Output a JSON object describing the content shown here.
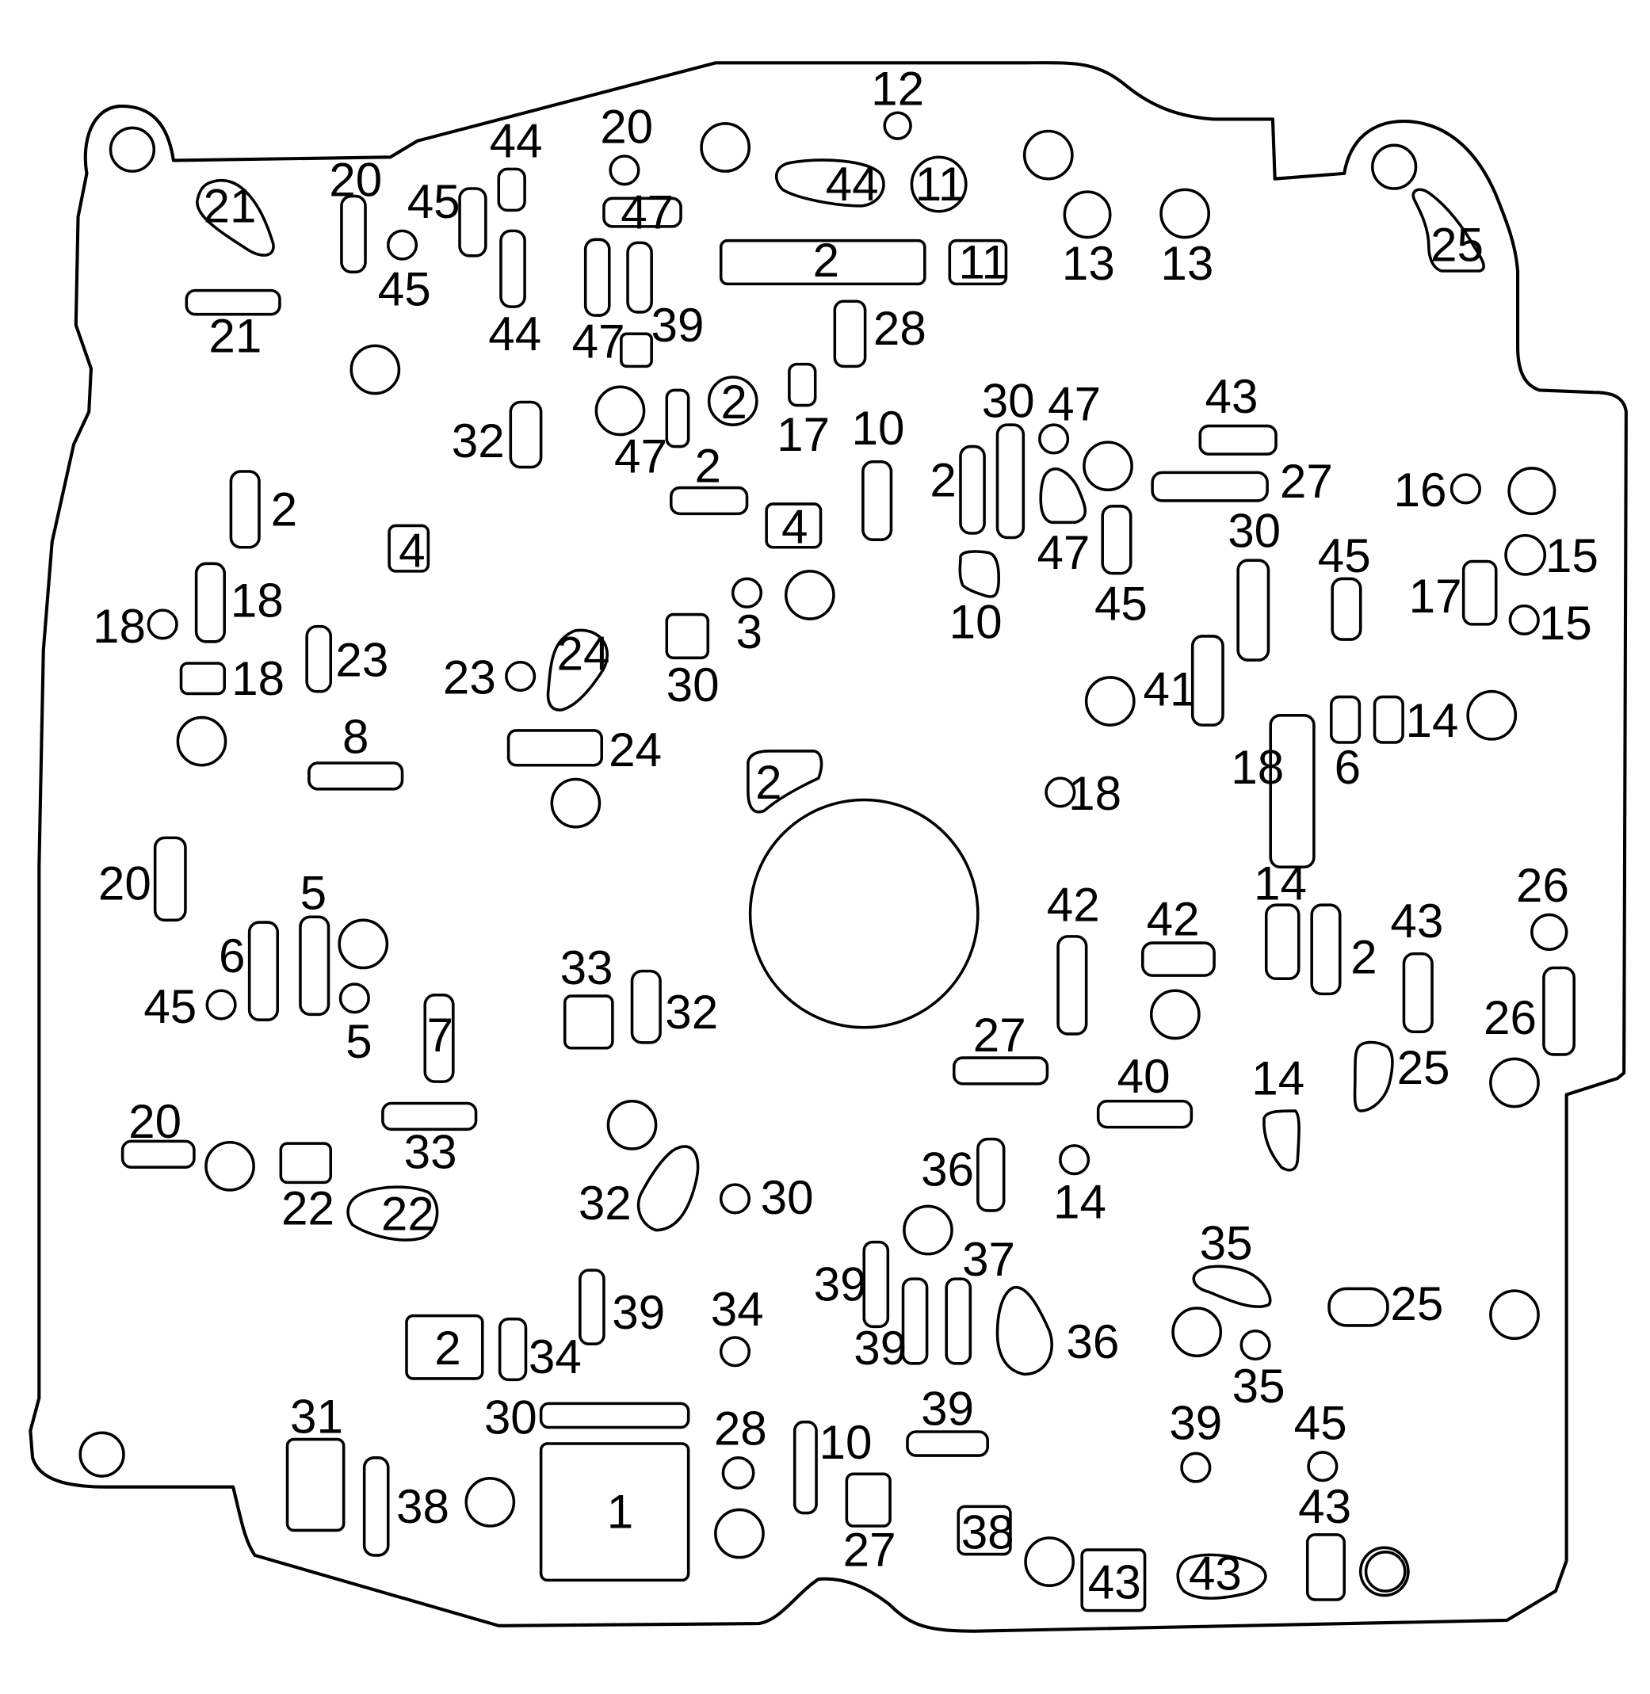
{
  "features": [
    {
      "id": "h1",
      "t": "circle",
      "l": ""
    },
    {
      "id": "h2",
      "t": "circle",
      "l": ""
    },
    {
      "id": "h3",
      "t": "circle",
      "l": ""
    },
    {
      "id": "h4",
      "t": "circle",
      "l": ""
    },
    {
      "id": "sp",
      "t": "circle",
      "l": ""
    },
    {
      "id": "f21a",
      "t": "tear",
      "l": "21"
    },
    {
      "id": "f21b",
      "t": "slot",
      "l": "21"
    },
    {
      "id": "f20a",
      "t": "slot",
      "l": "20"
    },
    {
      "id": "f45a",
      "t": "slot",
      "l": "45"
    },
    {
      "id": "f45b",
      "t": "circle",
      "l": "45"
    },
    {
      "id": "f44a",
      "t": "slot",
      "l": "44"
    },
    {
      "id": "f44b",
      "t": "slot",
      "l": "44"
    },
    {
      "id": "f20b",
      "t": "circle",
      "l": "20"
    },
    {
      "id": "f47a",
      "t": "slot",
      "l": "47"
    },
    {
      "id": "f47b",
      "t": "slot",
      "l": "47"
    },
    {
      "id": "f39a",
      "t": "slot",
      "l": "39"
    },
    {
      "id": "f39b",
      "t": "rect",
      "l": ""
    },
    {
      "id": "f12",
      "t": "circle",
      "l": "12"
    },
    {
      "id": "c1",
      "t": "circle",
      "l": ""
    },
    {
      "id": "f44c",
      "t": "tear",
      "l": "44"
    },
    {
      "id": "f11a",
      "t": "circle",
      "l": "11"
    },
    {
      "id": "f2a",
      "t": "slot",
      "l": "2"
    },
    {
      "id": "f11b",
      "t": "rect",
      "l": "11"
    },
    {
      "id": "c2",
      "t": "circle",
      "l": ""
    },
    {
      "id": "f13a",
      "t": "circle",
      "l": "13"
    },
    {
      "id": "f13b",
      "t": "circle",
      "l": "13"
    },
    {
      "id": "f25a",
      "t": "tear",
      "l": "25"
    },
    {
      "id": "c3",
      "t": "circle",
      "l": ""
    },
    {
      "id": "f28a",
      "t": "slot",
      "l": "28"
    },
    {
      "id": "c4",
      "t": "circle",
      "l": ""
    },
    {
      "id": "f47c",
      "t": "slot",
      "l": "47"
    },
    {
      "id": "f2b",
      "t": "circle",
      "l": "2"
    },
    {
      "id": "f17a",
      "t": "slot",
      "l": "17"
    },
    {
      "id": "f32a",
      "t": "slot",
      "l": "32"
    },
    {
      "id": "f2c",
      "t": "slot",
      "l": "2"
    },
    {
      "id": "f4a",
      "t": "rect",
      "l": "4"
    },
    {
      "id": "f2d",
      "t": "slot",
      "l": "2"
    },
    {
      "id": "f4b",
      "t": "rect",
      "l": "4"
    },
    {
      "id": "f10a",
      "t": "slot",
      "l": "10"
    },
    {
      "id": "f2e",
      "t": "slot",
      "l": "2"
    },
    {
      "id": "f30a",
      "t": "slot",
      "l": "30"
    },
    {
      "id": "f47d",
      "t": "circle",
      "l": "47"
    },
    {
      "id": "f47e",
      "t": "tear",
      "l": "47"
    },
    {
      "id": "c5",
      "t": "circle",
      "l": ""
    },
    {
      "id": "f10b",
      "t": "tear",
      "l": "10"
    },
    {
      "id": "f45c",
      "t": "slot",
      "l": "45"
    },
    {
      "id": "f43a",
      "t": "slot",
      "l": "43"
    },
    {
      "id": "f27a",
      "t": "slot",
      "l": "27"
    },
    {
      "id": "f16",
      "t": "circle",
      "l": "16"
    },
    {
      "id": "c6",
      "t": "circle",
      "l": ""
    },
    {
      "id": "f30b",
      "t": "slot",
      "l": "30"
    },
    {
      "id": "f45d",
      "t": "slot",
      "l": "45"
    },
    {
      "id": "f15a",
      "t": "circle",
      "l": "15"
    },
    {
      "id": "f17b",
      "t": "slot",
      "l": "17"
    },
    {
      "id": "f15b",
      "t": "circle",
      "l": "15"
    },
    {
      "id": "f18a",
      "t": "circle",
      "l": "18"
    },
    {
      "id": "f18b",
      "t": "slot",
      "l": "18"
    },
    {
      "id": "f18c",
      "t": "rect",
      "l": "18"
    },
    {
      "id": "f23a",
      "t": "slot",
      "l": "23"
    },
    {
      "id": "c7",
      "t": "circle",
      "l": ""
    },
    {
      "id": "f3",
      "t": "circle",
      "l": "3"
    },
    {
      "id": "c8",
      "t": "circle",
      "l": ""
    },
    {
      "id": "f30c",
      "t": "rect",
      "l": "30"
    },
    {
      "id": "f23b",
      "t": "circle",
      "l": "23"
    },
    {
      "id": "f24a",
      "t": "tear",
      "l": "24"
    },
    {
      "id": "f41",
      "t": "slot",
      "l": "41"
    },
    {
      "id": "c9",
      "t": "circle",
      "l": ""
    },
    {
      "id": "f6a",
      "t": "slot",
      "l": "6"
    },
    {
      "id": "f8",
      "t": "slot",
      "l": "8"
    },
    {
      "id": "f24b",
      "t": "slot",
      "l": "24"
    },
    {
      "id": "c10",
      "t": "circle",
      "l": ""
    },
    {
      "id": "f2f",
      "t": "tear",
      "l": "2"
    },
    {
      "id": "f18d",
      "t": "circle",
      "l": "18"
    },
    {
      "id": "f18e",
      "t": "slot",
      "l": "18"
    },
    {
      "id": "f6b",
      "t": "slot",
      "l": "6"
    },
    {
      "id": "f14a",
      "t": "slot",
      "l": "14"
    },
    {
      "id": "c11",
      "t": "circle",
      "l": ""
    },
    {
      "id": "f20c",
      "t": "slot",
      "l": "20"
    },
    {
      "id": "f5a",
      "t": "slot",
      "l": "5"
    },
    {
      "id": "f6c",
      "t": "slot",
      "l": "6"
    },
    {
      "id": "c12",
      "t": "circle",
      "l": ""
    },
    {
      "id": "f45e",
      "t": "circle",
      "l": "45"
    },
    {
      "id": "f5b",
      "t": "circle",
      "l": "5"
    },
    {
      "id": "f7",
      "t": "slot",
      "l": "7"
    },
    {
      "id": "f33a",
      "t": "rect",
      "l": "33"
    },
    {
      "id": "f32b",
      "t": "slot",
      "l": "32"
    },
    {
      "id": "f42a",
      "t": "slot",
      "l": "42"
    },
    {
      "id": "f42b",
      "t": "slot",
      "l": "42"
    },
    {
      "id": "c13",
      "t": "circle",
      "l": ""
    },
    {
      "id": "f14b",
      "t": "slot",
      "l": "14"
    },
    {
      "id": "f2g",
      "t": "slot",
      "l": "2"
    },
    {
      "id": "f43b",
      "t": "slot",
      "l": "43"
    },
    {
      "id": "f26a",
      "t": "circle",
      "l": "26"
    },
    {
      "id": "f26b",
      "t": "slot",
      "l": "26"
    },
    {
      "id": "f27b",
      "t": "slot",
      "l": "27"
    },
    {
      "id": "f40",
      "t": "slot",
      "l": "40"
    },
    {
      "id": "f25b",
      "t": "tear",
      "l": "25"
    },
    {
      "id": "c14",
      "t": "circle",
      "l": ""
    },
    {
      "id": "f14c",
      "t": "tear",
      "l": "14"
    },
    {
      "id": "f14d",
      "t": "circle",
      "l": "14"
    },
    {
      "id": "f36a",
      "t": "slot",
      "l": "36"
    },
    {
      "id": "f20d",
      "t": "slot",
      "l": "20"
    },
    {
      "id": "c15",
      "t": "circle",
      "l": ""
    },
    {
      "id": "f22a",
      "t": "rect",
      "l": "22"
    },
    {
      "id": "f22b",
      "t": "tear",
      "l": "22"
    },
    {
      "id": "f33b",
      "t": "slot",
      "l": "33"
    },
    {
      "id": "c16",
      "t": "circle",
      "l": ""
    },
    {
      "id": "f32c",
      "t": "tear",
      "l": "32"
    },
    {
      "id": "f30d",
      "t": "circle",
      "l": "30"
    },
    {
      "id": "c17",
      "t": "circle",
      "l": ""
    },
    {
      "id": "f35a",
      "t": "tear",
      "l": "35"
    },
    {
      "id": "c18",
      "t": "circle",
      "l": ""
    },
    {
      "id": "f35b",
      "t": "circle",
      "l": "35"
    },
    {
      "id": "f25c",
      "t": "slot",
      "l": "25"
    },
    {
      "id": "c19",
      "t": "circle",
      "l": ""
    },
    {
      "id": "f39c",
      "t": "slot",
      "l": "39"
    },
    {
      "id": "f39d",
      "t": "slot",
      "l": "39"
    },
    {
      "id": "f37",
      "t": "slot",
      "l": "37"
    },
    {
      "id": "f36b",
      "t": "tear",
      "l": "36"
    },
    {
      "id": "f2h",
      "t": "rect",
      "l": "2"
    },
    {
      "id": "f34a",
      "t": "slot",
      "l": "34"
    },
    {
      "id": "f39e",
      "t": "slot",
      "l": "39"
    },
    {
      "id": "f34b",
      "t": "circle",
      "l": "34"
    },
    {
      "id": "f31",
      "t": "rect",
      "l": "31"
    },
    {
      "id": "f38a",
      "t": "slot",
      "l": "38"
    },
    {
      "id": "c20",
      "t": "circle",
      "l": ""
    },
    {
      "id": "f30e",
      "t": "slot",
      "l": "30"
    },
    {
      "id": "f1",
      "t": "rect",
      "l": "1"
    },
    {
      "id": "f28b",
      "t": "circle",
      "l": "28"
    },
    {
      "id": "c21",
      "t": "circle",
      "l": ""
    },
    {
      "id": "f10c",
      "t": "slot",
      "l": "10"
    },
    {
      "id": "f27c",
      "t": "rect",
      "l": "27"
    },
    {
      "id": "f39f",
      "t": "slot",
      "l": "39"
    },
    {
      "id": "f38b",
      "t": "rect",
      "l": "38"
    },
    {
      "id": "c22",
      "t": "circle",
      "l": ""
    },
    {
      "id": "f43c",
      "t": "rect",
      "l": "43"
    },
    {
      "id": "f43d",
      "t": "tear",
      "l": "43"
    },
    {
      "id": "f43e",
      "t": "slot",
      "l": "43"
    },
    {
      "id": "c23",
      "t": "circle",
      "l": ""
    },
    {
      "id": "f39g",
      "t": "circle",
      "l": "39"
    },
    {
      "id": "f45f",
      "t": "circle",
      "l": "45"
    }
  ]
}
